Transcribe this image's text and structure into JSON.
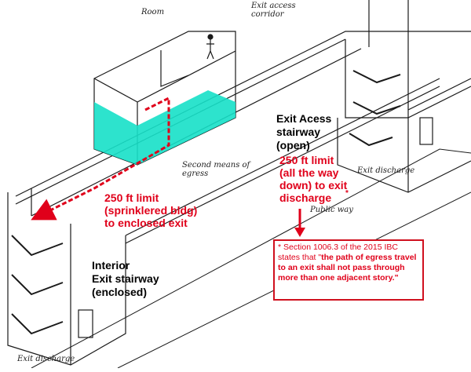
{
  "labels": {
    "room": "Room",
    "exit_access_corridor_line1": "Exit access",
    "exit_access_corridor_line2": "corridor",
    "second_means_line1": "Second means of",
    "second_means_line2": "egress",
    "exit_discharge_right": "Exit discharge",
    "public_way": "Public way",
    "exit_discharge_bottom": "Exit discharge"
  },
  "callouts": {
    "open_stair_title": [
      "Exit Acess",
      "stairway",
      "(open)"
    ],
    "open_stair_limit": [
      "250 ft limit",
      "(all the way",
      "down) to exit",
      "discharge"
    ],
    "asterisk": "*",
    "enclosed_limit": [
      "250 ft limit",
      "(sprinklered bldg)",
      "to enclosed exit"
    ],
    "interior_stair": [
      "Interior",
      "Exit stairway",
      "(enclosed)"
    ]
  },
  "note": {
    "prefix": "*",
    "text_part1": " Section 1006.3 of the 2015 IBC states that \"",
    "emphasis": "the path of egress travel to an exit shall not pass through more than one adjacent story.",
    "text_part2": "\""
  },
  "colors": {
    "path_red": "#e0001a",
    "room_highlight": "#16e0c8",
    "outline": "#1a1a1a"
  }
}
